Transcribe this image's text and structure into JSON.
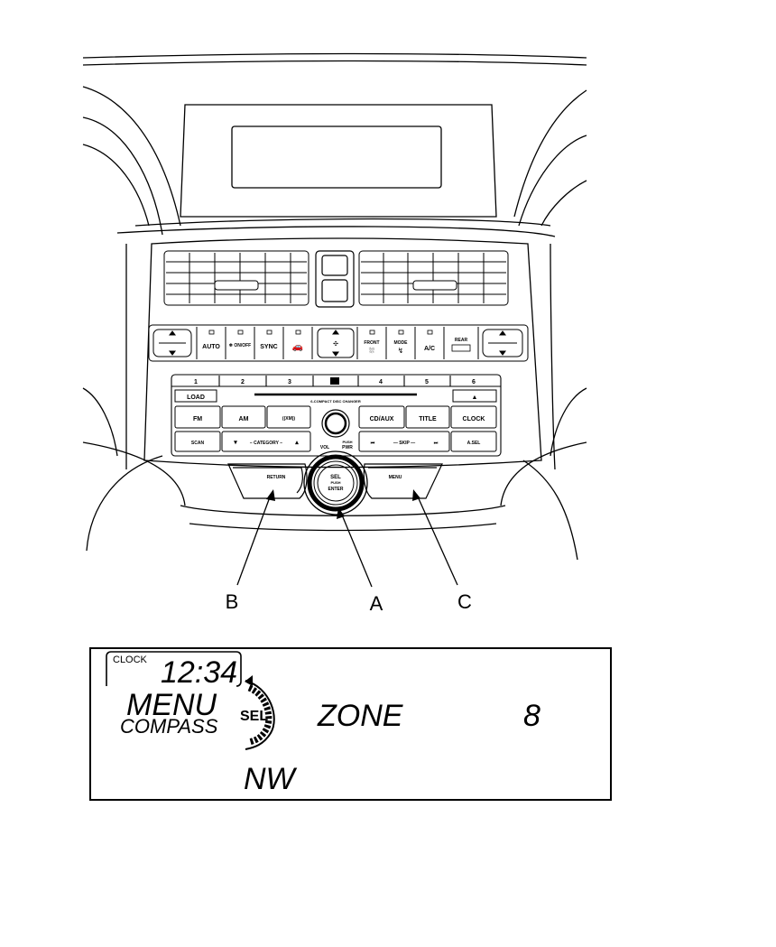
{
  "climate": {
    "auto": "AUTO",
    "onoff": "ON/\nOFF",
    "sync": "SYNC",
    "front": "FRONT",
    "mode": "MODE",
    "ac": "A/C",
    "rear": "REAR"
  },
  "audio": {
    "presets": [
      "1",
      "2",
      "3",
      "4",
      "5",
      "6"
    ],
    "load": "LOAD",
    "eject": "▲",
    "changer_text": "6-COMPACT DISC CHANGER",
    "fm": "FM",
    "am": "AM",
    "xm": "((XM))",
    "cdaux": "CD/AUX",
    "title": "TITLE",
    "clock": "CLOCK",
    "scan": "SCAN",
    "category": "− CATEGORY −",
    "skip": "— SKIP —",
    "asel": "A.SEL",
    "vol": "VOL",
    "push": "PUSH",
    "pwr": "PWR",
    "return": "RETURN",
    "menu": "MENU",
    "sel": "SEL",
    "sel_push": "PUSH",
    "enter": "ENTER"
  },
  "callouts": {
    "a": "A",
    "b": "B",
    "c": "C"
  },
  "display": {
    "clock_label": "CLOCK",
    "time": "12:34",
    "menu": "MENU",
    "compass": "COMPASS",
    "sel": "SEL",
    "zone": "ZONE",
    "zone_value": "8",
    "direction": "NW"
  }
}
